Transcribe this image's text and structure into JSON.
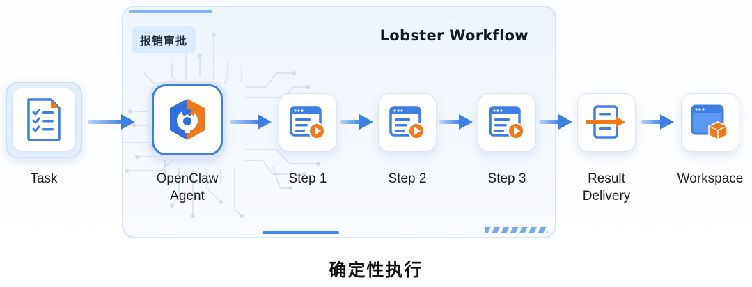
{
  "panel": {
    "tag": "报销审批",
    "title": "Lobster Workflow"
  },
  "nodes": {
    "task": {
      "label": "Task",
      "icon": "checklist-document-icon"
    },
    "agent": {
      "label_line1": "OpenClaw",
      "label_line2": "Agent",
      "icon": "openclaw-chip-icon"
    },
    "step1": {
      "label": "Step 1",
      "icon": "window-play-icon"
    },
    "step2": {
      "label": "Step 2",
      "icon": "window-play-icon"
    },
    "step3": {
      "label": "Step 3",
      "icon": "window-play-icon"
    },
    "delivery": {
      "label_line1": "Result",
      "label_line2": "Delivery",
      "icon": "document-arrow-icon"
    },
    "workspace": {
      "label": "Workspace",
      "icon": "window-box-icon"
    }
  },
  "subtitle": "确定性执行",
  "colors": {
    "primary_blue": "#3d7fe3",
    "arrow_blue": "#4a8ff0",
    "accent_orange": "#f07a1a",
    "panel_bg": "#eef5fe"
  }
}
